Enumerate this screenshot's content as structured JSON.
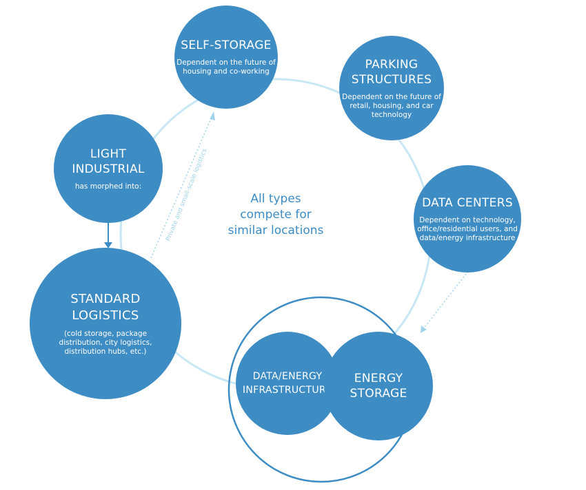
{
  "center_text": "All types\ncompete for\nsimilar locations",
  "connector_label": "Private and small-scale logistics",
  "nodes": {
    "self_storage": {
      "title": "SELF-STORAGE",
      "desc": "Dependent on the future of\nhousing and co-working"
    },
    "parking": {
      "title": "PARKING\nSTRUCTURES",
      "desc": "Dependent on the future of\nretail, housing, and car\ntechnology"
    },
    "light_industrial": {
      "title": "LIGHT\nINDUSTRIAL",
      "desc": "has morphed into:"
    },
    "data_centers": {
      "title": "DATA CENTERS",
      "desc": "Dependent on technology,\noffice/residential users,  and\ndata/energy infrastructure"
    },
    "standard_logistics": {
      "title": "STANDARD\nLOGISTICS",
      "desc": "(cold storage, package\ndistribution, city logistics,\ndistribution hubs, etc.)"
    },
    "data_energy": {
      "title": "DATA/ENERGY\nINFRASTRUCTURE"
    },
    "energy_storage": {
      "title": "ENERGY\nSTORAGE"
    }
  },
  "colors": {
    "node": "#3d8cc4",
    "ring": "#c8e7f4",
    "accent": "#9fd4ea",
    "text": "#ffffff"
  }
}
